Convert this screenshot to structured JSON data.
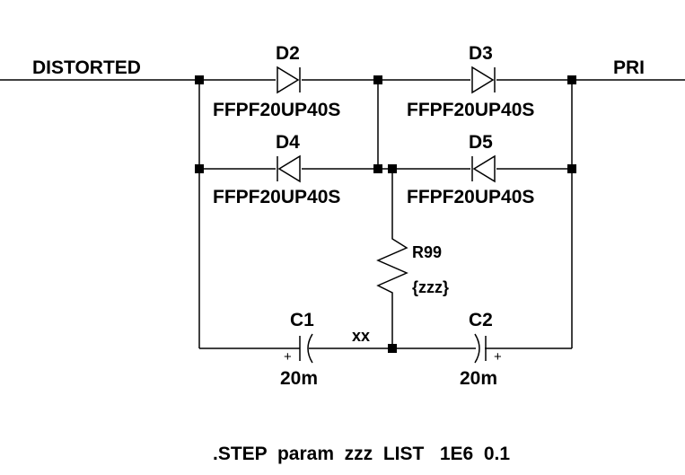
{
  "nets": {
    "input": "DISTORTED",
    "output": "PRI",
    "mid_node": "xx"
  },
  "diodes": [
    {
      "ref": "D2",
      "model": "FFPF20UP40S"
    },
    {
      "ref": "D3",
      "model": "FFPF20UP40S"
    },
    {
      "ref": "D4",
      "model": "FFPF20UP40S"
    },
    {
      "ref": "D5",
      "model": "FFPF20UP40S"
    }
  ],
  "resistor": {
    "ref": "R99",
    "value": "{zzz}"
  },
  "capacitors": [
    {
      "ref": "C1",
      "value": "20m",
      "polarity": "+"
    },
    {
      "ref": "C2",
      "value": "20m",
      "polarity": "+"
    }
  ],
  "directive": ".STEP  param  zzz  LIST   1E6  0.1"
}
